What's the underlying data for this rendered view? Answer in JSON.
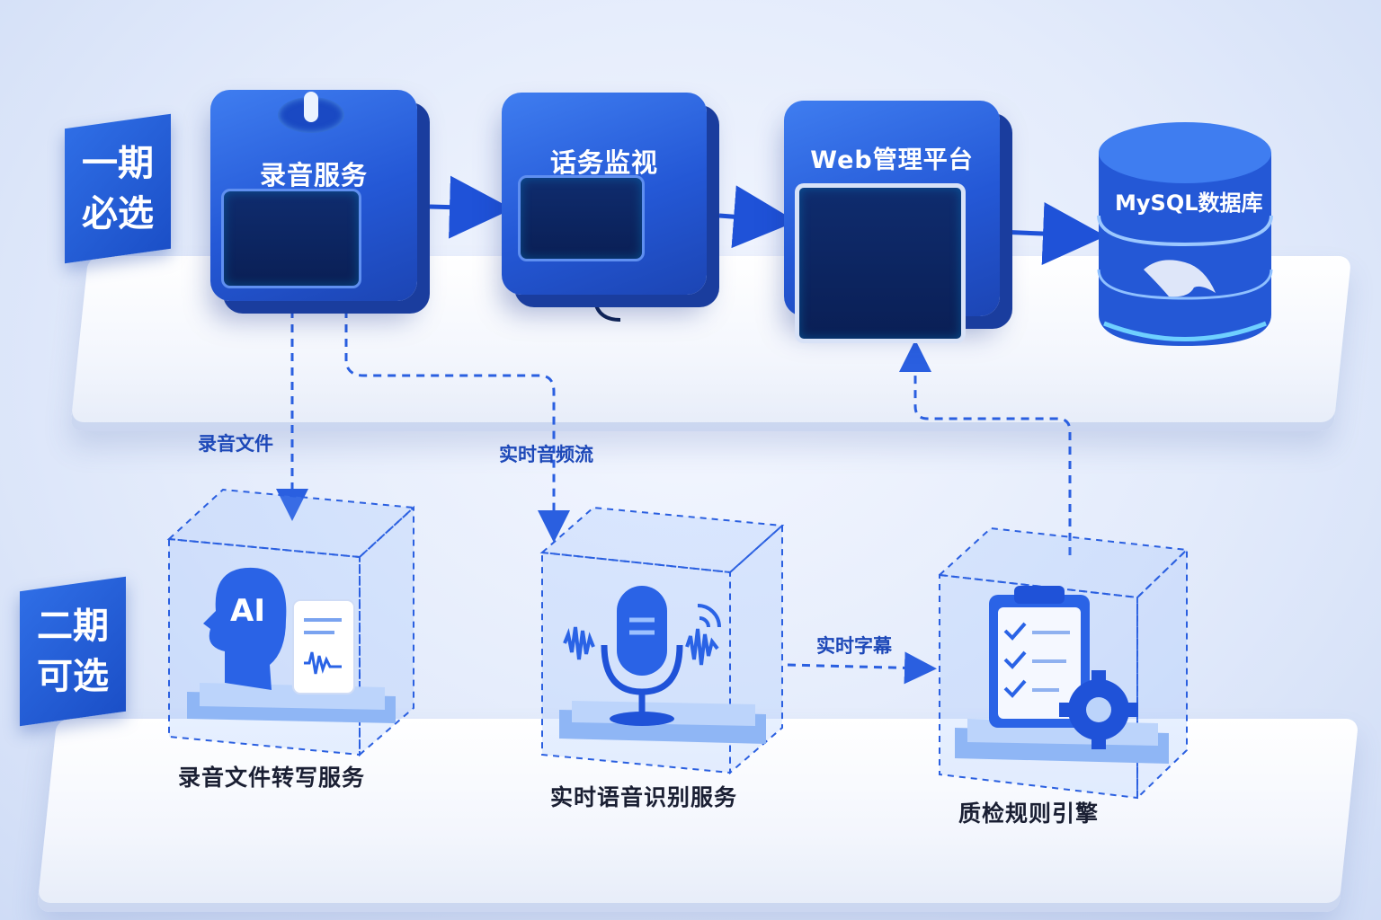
{
  "phases": {
    "phase1": {
      "line1": "一期",
      "line2": "必选"
    },
    "phase2": {
      "line1": "二期",
      "line2": "可选"
    }
  },
  "phase1_nodes": {
    "recording": "录音服务",
    "monitor": "话务监视",
    "web": "Web管理平台",
    "db": "MySQL数据库"
  },
  "phase2_nodes": {
    "transcribe": "录音文件转写服务",
    "asr": "实时语音识别服务",
    "qc": "质检规则引擎"
  },
  "flows": {
    "recording_file": "录音文件",
    "realtime_stream": "实时音频流",
    "realtime_subtitle": "实时字幕"
  },
  "icons": {
    "ai_badge": "AI"
  },
  "colors": {
    "primary": "#2458d6",
    "accent": "#2f6ee6",
    "dash": "#2a5fe0"
  }
}
